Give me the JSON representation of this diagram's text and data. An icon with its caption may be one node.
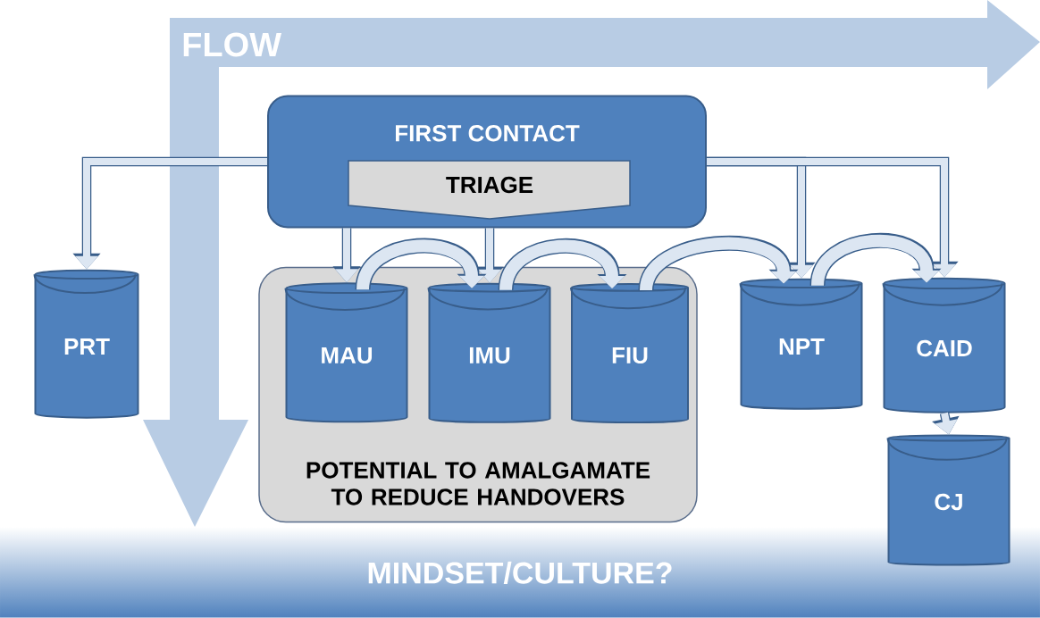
{
  "diagram": {
    "nodes": [
      {
        "text": [
          "FIRST CONTACT"
        ]
      },
      {
        "text": [
          "TRIAGE"
        ],
        "in": 0
      },
      {
        "text": [
          "PRT"
        ]
      },
      {
        "text": [
          "POTENTIAL TO AMALGAMATE TO REDUCE HANDOVERS"
        ]
      },
      {
        "text": [
          "MAU"
        ],
        "in": 3
      },
      {
        "text": [
          "IMU"
        ],
        "in": 3
      },
      {
        "text": [
          "FIU"
        ],
        "in": 3
      },
      {
        "text": [
          "NPT"
        ]
      },
      {
        "text": [
          "CAID"
        ]
      },
      {
        "text": [
          "CJ"
        ]
      },
      {
        "text": [
          "MINDSET/CULTURE?"
        ]
      }
    ],
    "edges": [
      {
        "from": 0,
        "to": 2,
        "arrow": "to"
      },
      {
        "from": 0,
        "to": 4,
        "arrow": "to"
      },
      {
        "from": 0,
        "to": 5,
        "arrow": "to"
      },
      {
        "from": 0,
        "to": 7,
        "arrow": "to"
      },
      {
        "from": 0,
        "to": 8,
        "arrow": "to"
      },
      {
        "from": 4,
        "to": 5,
        "arrow": "to",
        "style": "thick",
        "color": "#385d8a"
      },
      {
        "from": 5,
        "to": 6,
        "arrow": "to",
        "style": "thick",
        "color": "#385d8a"
      },
      {
        "from": 6,
        "to": 7,
        "arrow": "to",
        "style": "thick",
        "color": "#385d8a"
      },
      {
        "from": 7,
        "to": 8,
        "arrow": "to",
        "style": "thick",
        "color": "#385d8a"
      },
      {
        "from": 8,
        "to": 9,
        "arrow": "to"
      }
    ],
    "labels": [
      "FLOW"
    ]
  }
}
